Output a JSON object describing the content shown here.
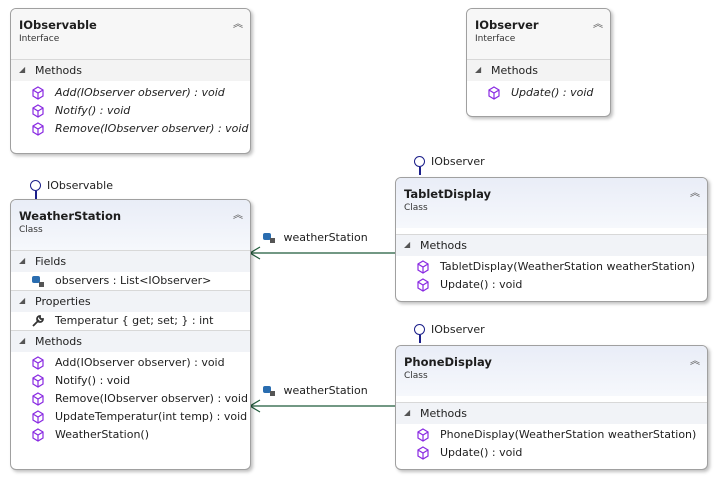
{
  "iobservable": {
    "title": "IObservable",
    "stereotype": "Interface",
    "sections": {
      "methods": "Methods"
    },
    "methods": [
      "Add(IObserver observer) : void",
      "Notify() : void",
      "Remove(IObserver observer) : void"
    ]
  },
  "iobserver": {
    "title": "IObserver",
    "stereotype": "Interface",
    "sections": {
      "methods": "Methods"
    },
    "methods": [
      "Update() : void"
    ]
  },
  "weatherstation": {
    "lollipop": "IObservable",
    "title": "WeatherStation",
    "stereotype": "Class",
    "sections": {
      "fields": "Fields",
      "properties": "Properties",
      "methods": "Methods"
    },
    "fields": [
      "observers : List<IObserver>"
    ],
    "properties": [
      "Temperatur { get; set; } : int"
    ],
    "methods": [
      "Add(IObserver observer) : void",
      "Notify() : void",
      "Remove(IObserver observer) : void",
      "UpdateTemperatur(int temp) : void",
      "WeatherStation()"
    ]
  },
  "tabletdisplay": {
    "lollipop": "IObserver",
    "title": "TabletDisplay",
    "stereotype": "Class",
    "sections": {
      "methods": "Methods"
    },
    "methods": [
      "TabletDisplay(WeatherStation weatherStation)",
      "Update() : void"
    ]
  },
  "phonedisplay": {
    "lollipop": "IObserver",
    "title": "PhoneDisplay",
    "stereotype": "Class",
    "sections": {
      "methods": "Methods"
    },
    "methods": [
      "PhoneDisplay(WeatherStation weatherStation)",
      "Update() : void"
    ]
  },
  "associations": {
    "tablet_to_station": "weatherStation",
    "phone_to_station": "weatherStation"
  },
  "colors": {
    "connector": "#1f5a3a",
    "lollipop": "#1b1f8a",
    "method_icon": "#8a2be2"
  }
}
